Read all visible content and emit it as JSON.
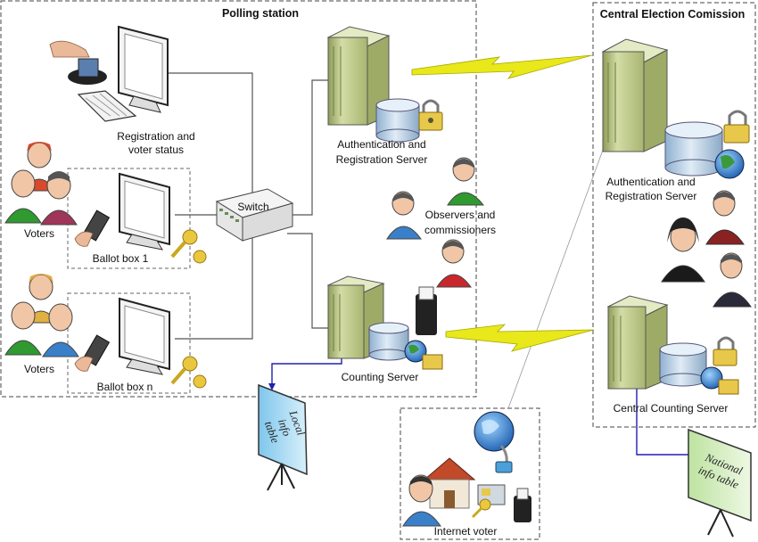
{
  "regions": {
    "polling": "Polling station",
    "central": "Central Election Comission",
    "internet_voter": "Internet voter"
  },
  "labels": {
    "registration_l1": "Registration and",
    "registration_l2": "voter status",
    "voters_1": "Voters",
    "voters_2": "Voters",
    "ballot_box_1": "Ballot box 1",
    "ballot_box_n": "Ballot box n",
    "switch": "Switch",
    "auth_server_l1": "Authentication and",
    "auth_server_l2": "Registration Server",
    "observers_l1": "Observers and",
    "observers_l2": "commissioners",
    "counting_server": "Counting Server",
    "central_auth_l1": "Authentication and",
    "central_auth_l2": "Registration Server",
    "central_counting": "Central Counting Server",
    "local_info_l1": "Local",
    "local_info_l2": "info",
    "local_info_l3": "table",
    "national_info_l1": "National",
    "national_info_l2": "info table"
  },
  "colors": {
    "server": "#c9d49a",
    "server_dark": "#8f9d5e",
    "db": "#b8cde0",
    "link_lightning": "#e8e81a",
    "blue_link": "#2020b0",
    "person_green": "#2f9a2f",
    "person_blue": "#3a80c8",
    "person_red": "#c8282c"
  },
  "icons": [
    "monitor-icon",
    "keyboard-icon",
    "card-reader-icon",
    "server-icon",
    "database-icon",
    "padlock-icon",
    "globe-icon",
    "key-icon",
    "person-icon",
    "house-icon",
    "projector-screen-icon",
    "smartcard-icon",
    "lightning-link-icon"
  ]
}
